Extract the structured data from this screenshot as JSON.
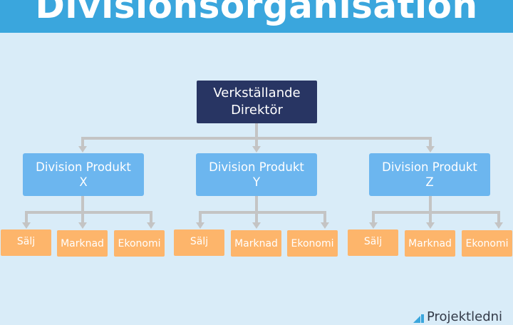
{
  "header": {
    "title": "Divisionsorganisation"
  },
  "ceo": {
    "line1": "Verkställande",
    "line2": "Direktör"
  },
  "divisions": [
    {
      "line1": "Division Produkt",
      "line2": "X",
      "departments": [
        "Sälj",
        "Marknad",
        "Ekonomi"
      ]
    },
    {
      "line1": "Division Produkt",
      "line2": "Y",
      "departments": [
        "Sälj",
        "Marknad",
        "Ekonomi"
      ]
    },
    {
      "line1": "Division Produkt",
      "line2": "Z",
      "departments": [
        "Sälj",
        "Marknad",
        "Ekonomi"
      ]
    }
  ],
  "footer": {
    "logo_text": "Projektledni"
  },
  "colors": {
    "header": "#3aa6dd",
    "background": "#d9ecf8",
    "ceo": "#283563",
    "division": "#6cb6ef",
    "department": "#fdb56b",
    "connector": "#c4c4c4"
  }
}
